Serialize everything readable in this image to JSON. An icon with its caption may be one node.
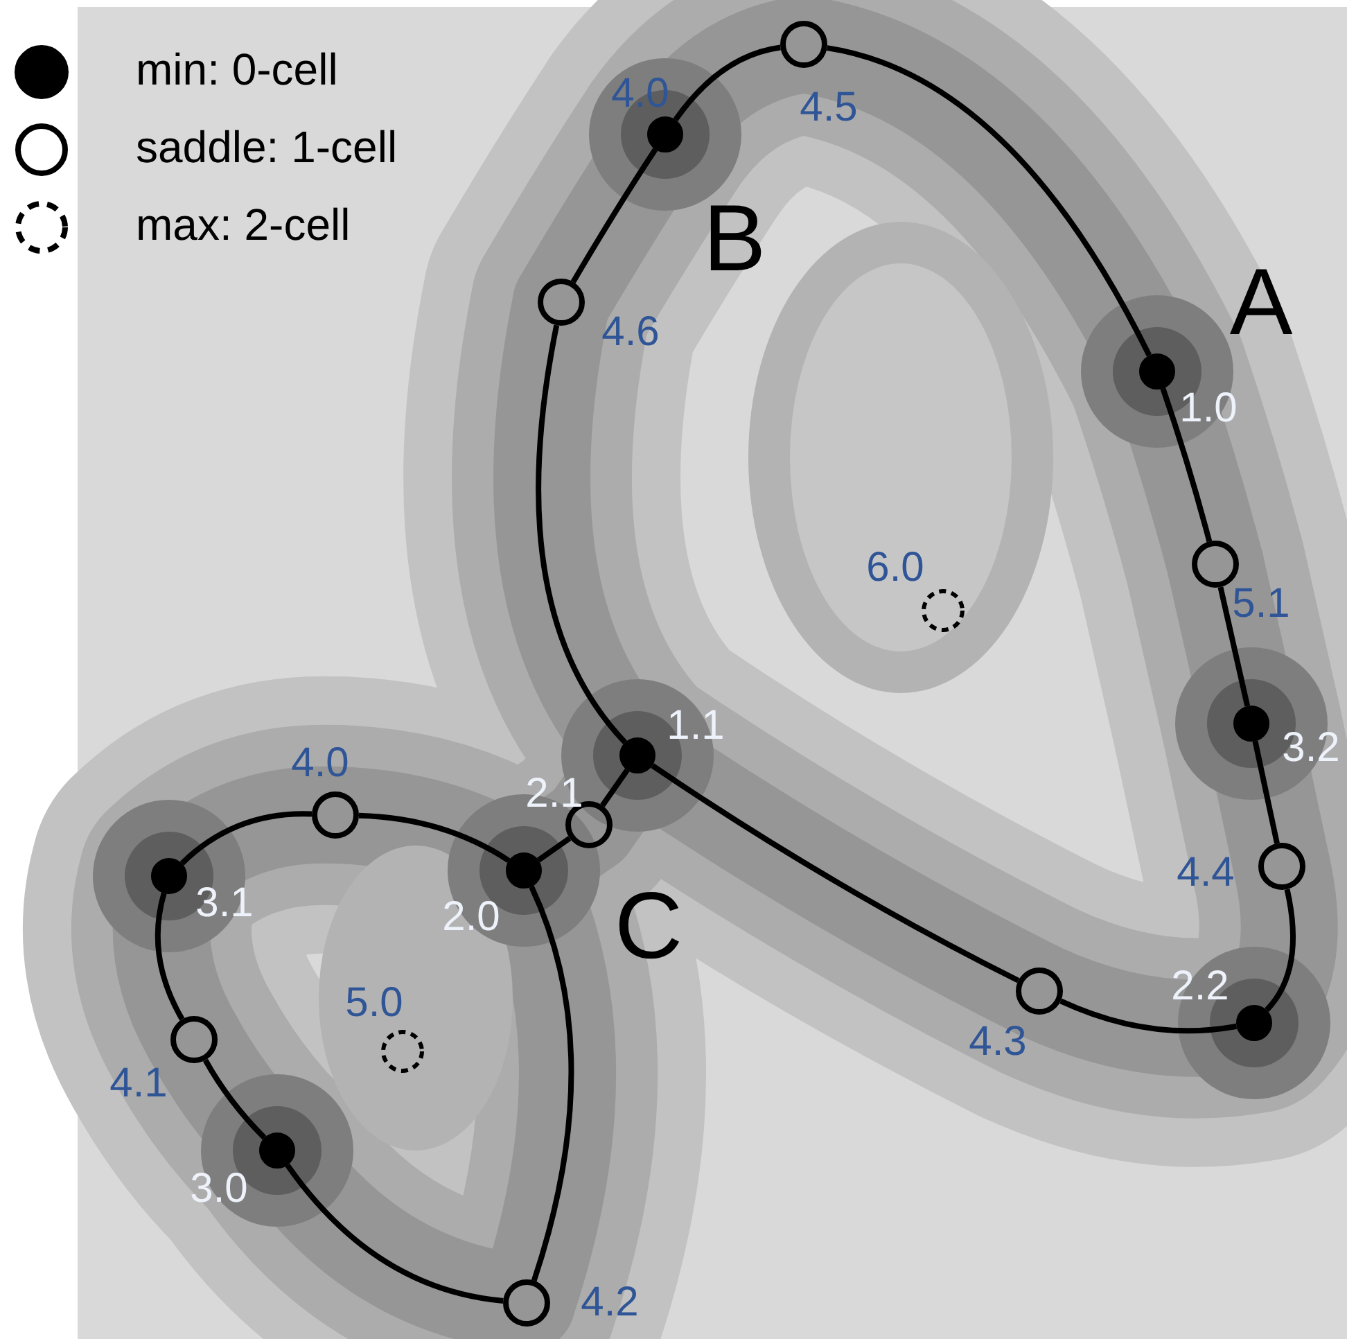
{
  "diagram": {
    "nodes": [
      {
        "text": [],
        "shape": "circle",
        "beside": [
          "4.5"
        ]
      },
      {
        "text": [],
        "shape": "dot",
        "beside": [
          "4.0"
        ]
      },
      {
        "text": [],
        "shape": "circle",
        "beside": [
          "4.6"
        ]
      },
      {
        "text": [],
        "shape": "dot",
        "beside": [
          "1.0"
        ]
      },
      {
        "text": [],
        "shape": "circle",
        "beside": [
          "5.1"
        ]
      },
      {
        "text": [],
        "shape": "dashed-circle",
        "beside": [
          "6.0"
        ]
      },
      {
        "text": [],
        "shape": "dot",
        "beside": [
          "3.2"
        ]
      },
      {
        "text": [],
        "shape": "dot",
        "beside": [
          "1.1"
        ]
      },
      {
        "text": [],
        "shape": "circle",
        "beside": [
          "4.0"
        ]
      },
      {
        "text": [],
        "shape": "circle",
        "beside": [
          "2.1"
        ]
      },
      {
        "text": [],
        "shape": "circle",
        "beside": [
          "4.4"
        ]
      },
      {
        "text": [],
        "shape": "dot",
        "beside": [
          "3.1"
        ]
      },
      {
        "text": [],
        "shape": "dot",
        "beside": [
          "2.0"
        ]
      },
      {
        "text": [],
        "shape": "circle",
        "beside": [
          "4.3"
        ]
      },
      {
        "text": [],
        "shape": "dot",
        "beside": [
          "2.2"
        ]
      },
      {
        "text": [],
        "shape": "circle",
        "beside": [
          "4.1"
        ]
      },
      {
        "text": [],
        "shape": "dashed-circle",
        "beside": [
          "5.0"
        ]
      },
      {
        "text": [],
        "shape": "dot",
        "beside": [
          "3.0"
        ]
      },
      {
        "text": [],
        "shape": "circle",
        "beside": [
          "4.2"
        ]
      }
    ],
    "edges": [
      {
        "from": 0,
        "to": 1,
        "arrow": "none"
      },
      {
        "from": 0,
        "to": 3,
        "arrow": "none"
      },
      {
        "from": 2,
        "to": 1,
        "arrow": "none"
      },
      {
        "from": 2,
        "to": 7,
        "arrow": "none"
      },
      {
        "from": 4,
        "to": 3,
        "arrow": "none"
      },
      {
        "from": 4,
        "to": 6,
        "arrow": "none"
      },
      {
        "from": 10,
        "to": 6,
        "arrow": "none"
      },
      {
        "from": 10,
        "to": 14,
        "arrow": "none"
      },
      {
        "from": 13,
        "to": 14,
        "arrow": "none"
      },
      {
        "from": 13,
        "to": 7,
        "arrow": "none"
      },
      {
        "from": 9,
        "to": 7,
        "arrow": "none"
      },
      {
        "from": 9,
        "to": 12,
        "arrow": "none"
      },
      {
        "from": 8,
        "to": 12,
        "arrow": "none"
      },
      {
        "from": 8,
        "to": 11,
        "arrow": "none"
      },
      {
        "from": 15,
        "to": 11,
        "arrow": "none"
      },
      {
        "from": 15,
        "to": 17,
        "arrow": "none"
      },
      {
        "from": 18,
        "to": 17,
        "arrow": "none"
      },
      {
        "from": 18,
        "to": 12,
        "arrow": "none"
      }
    ],
    "labels": [
      "B",
      "A",
      "C"
    ],
    "legend": [
      {
        "text": "min: 0-cell"
      },
      {
        "text": "saddle: 1-cell"
      },
      {
        "text": "max: 2-cell"
      }
    ]
  }
}
